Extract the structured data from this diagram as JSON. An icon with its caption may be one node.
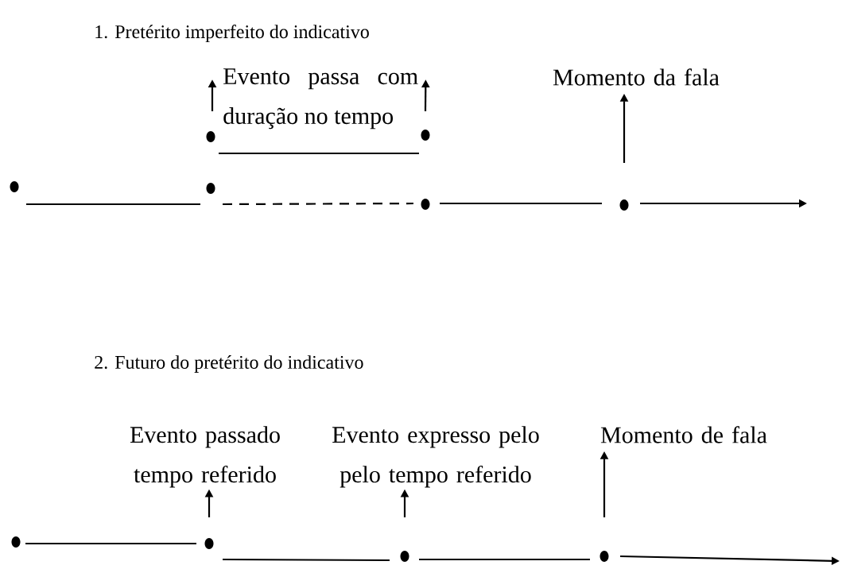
{
  "diagram": {
    "nodes": [
      {
        "text": [
          "Evento passa com duração no tempo"
        ]
      },
      {
        "text": [
          "Momento da fala"
        ]
      },
      {
        "text": [],
        "shape": "circle"
      },
      {
        "text": [],
        "shape": "circle"
      },
      {
        "text": [],
        "shape": "circle"
      },
      {
        "text": [],
        "shape": "circle"
      },
      {
        "text": [],
        "shape": "circle"
      },
      {
        "text": [],
        "shape": "circle"
      },
      {
        "text": [
          "Evento passado tempo referido"
        ]
      },
      {
        "text": [
          "Evento expresso pelo pelo tempo referido"
        ]
      },
      {
        "text": [
          "Momento de fala"
        ]
      },
      {
        "text": [],
        "shape": "circle"
      },
      {
        "text": [],
        "shape": "circle"
      },
      {
        "text": [],
        "shape": "circle"
      },
      {
        "text": [],
        "shape": "circle"
      }
    ],
    "edges": [
      {
        "from": 4,
        "to": 5,
        "arrow": "none"
      },
      {
        "from": 5,
        "to": 6,
        "arrow": "none",
        "style": "dashed"
      },
      {
        "from": 6,
        "to": 7,
        "arrow": "none"
      },
      {
        "from": 7,
        "to": null,
        "arrow": "to"
      },
      {
        "from": 2,
        "to": 3,
        "arrow": "none"
      },
      {
        "from": null,
        "to": 0,
        "arrow": "to"
      },
      {
        "from": null,
        "to": 0,
        "arrow": "to"
      },
      {
        "from": null,
        "to": 1,
        "arrow": "to"
      },
      {
        "from": 11,
        "to": 12,
        "arrow": "none"
      },
      {
        "from": 12,
        "to": 13,
        "arrow": "none"
      },
      {
        "from": 13,
        "to": 14,
        "arrow": "none"
      },
      {
        "from": 14,
        "to": null,
        "arrow": "to"
      },
      {
        "from": null,
        "to": 8,
        "arrow": "to"
      },
      {
        "from": null,
        "to": 9,
        "arrow": "to"
      },
      {
        "from": null,
        "to": 10,
        "arrow": "to"
      }
    ],
    "labels": [
      "1. Pretérito imperfeito do indicativo",
      "2. Futuro do pretérito do indicativo"
    ]
  }
}
